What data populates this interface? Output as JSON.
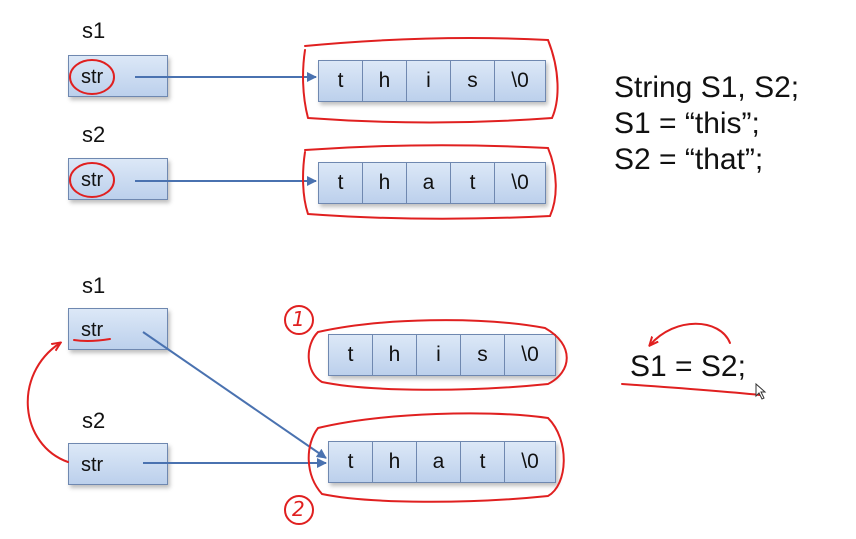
{
  "top": {
    "s1_label": "s1",
    "s2_label": "s2",
    "s1_field": "str",
    "s2_field": "str",
    "s1_chars": [
      "t",
      "h",
      "i",
      "s",
      "\\0"
    ],
    "s2_chars": [
      "t",
      "h",
      "a",
      "t",
      "\\0"
    ]
  },
  "bottom": {
    "s1_label": "s1",
    "s2_label": "s2",
    "s1_field": "str",
    "s2_field": "str",
    "arr1_chars": [
      "t",
      "h",
      "i",
      "s",
      "\\0"
    ],
    "arr2_chars": [
      "t",
      "h",
      "a",
      "t",
      "\\0"
    ]
  },
  "code": {
    "line1": "String S1, S2;",
    "line2": "S1 = “this”;",
    "line3": "S2 = “that”;",
    "assign": "S1 = S2;"
  },
  "annotations": {
    "num1": "1",
    "num2": "2"
  },
  "colors": {
    "arrow": "#4a72b0",
    "ink": "#e02020",
    "box_fill": "#c9daf0",
    "box_border": "#6f88b0"
  }
}
